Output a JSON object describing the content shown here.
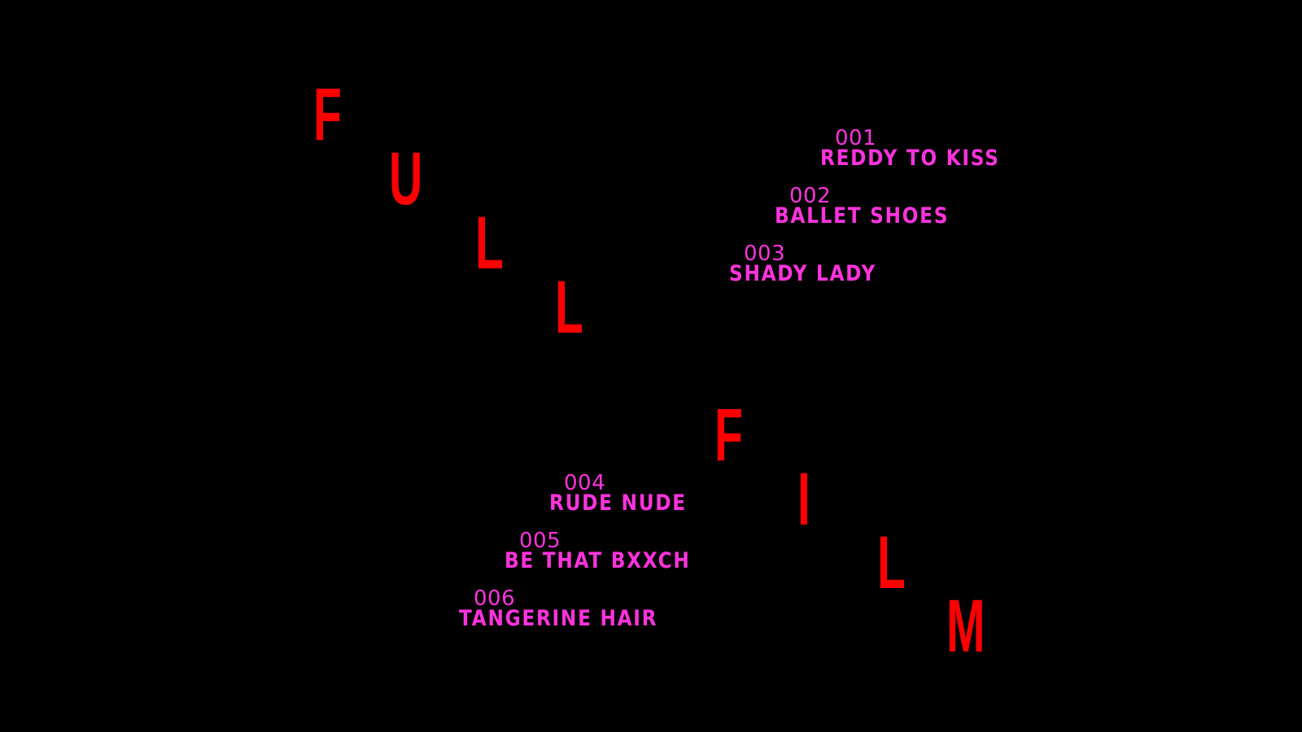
{
  "title_letters": [
    "F",
    "U",
    "L",
    "L",
    "F",
    "I",
    "L",
    "M"
  ],
  "tracks": [
    {
      "number": "001",
      "title": "REDDY TO KISS"
    },
    {
      "number": "002",
      "title": "BALLET SHOES"
    },
    {
      "number": "003",
      "title": "SHADY LADY"
    },
    {
      "number": "004",
      "title": "RUDE NUDE"
    },
    {
      "number": "005",
      "title": "BE THAT BXXCH"
    },
    {
      "number": "006",
      "title": "TANGERINE HAIR"
    }
  ],
  "colors": {
    "background": "#000000",
    "title_red": "#ff0000",
    "track_pink": "#ff33dd"
  }
}
